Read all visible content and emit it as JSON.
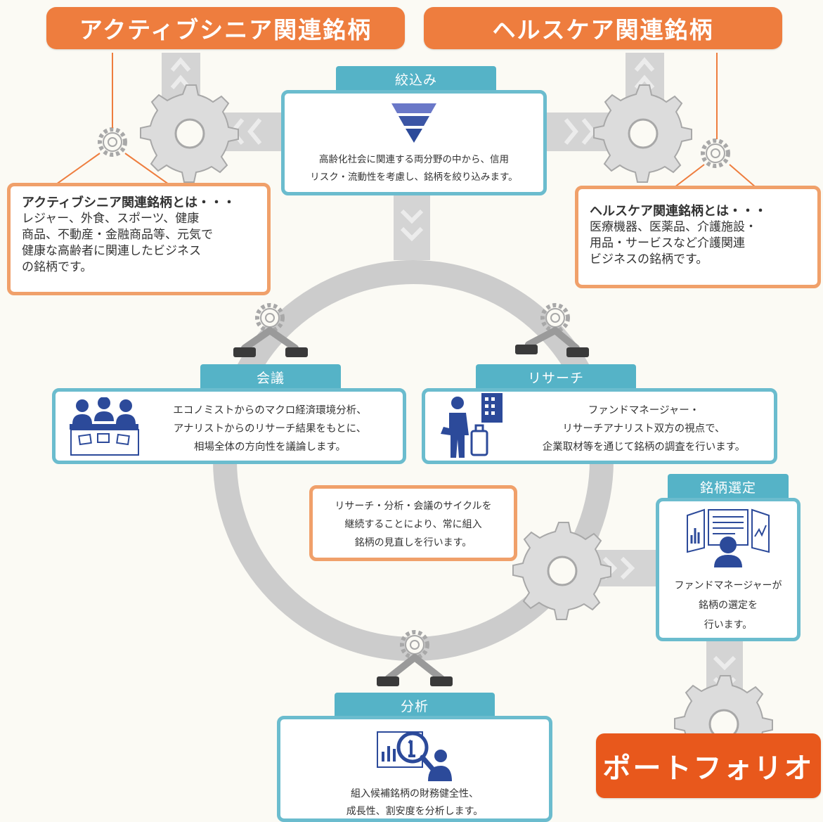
{
  "headers": {
    "active_senior": "アクティブシニア関連銘柄",
    "healthcare": "ヘルスケア関連銘柄"
  },
  "steps": {
    "shibori": {
      "title": "絞込み",
      "text": [
        "高齢化社会に関連する両分野の中から、信用",
        "リスク・流動性を考慮し、銘柄を絞り込みます。"
      ]
    },
    "kaigi": {
      "title": "会議",
      "text": [
        "エコノミストからのマクロ経済環境分析、",
        "アナリストからのリサーチ結果をもとに、",
        "相場全体の方向性を議論します。"
      ]
    },
    "research": {
      "title": "リサーチ",
      "text": [
        "ファンドマネージャー・",
        "リサーチアナリスト双方の視点で、",
        "企業取材等を通じて銘柄の調査を行います。"
      ]
    },
    "sentei": {
      "title": "銘柄選定",
      "text": [
        "ファンドマネージャーが",
        "銘柄の選定を",
        "行います。"
      ]
    },
    "bunseki": {
      "title": "分析",
      "text": [
        "組入候補銘柄の財務健全性、",
        "成長性、割安度を分析します。"
      ]
    }
  },
  "definitions": {
    "active_senior": {
      "heading": "アクティブシニア関連銘柄とは・・・",
      "body": [
        "レジャー、外食、スポーツ、健康",
        "商品、不動産・金融商品等、元気で",
        "健康な高齢者に関連したビジネス",
        "の銘柄です。"
      ]
    },
    "healthcare": {
      "heading": "ヘルスケア関連銘柄とは・・・",
      "body": [
        "医療機器、医薬品、介護施設・",
        "用品・サービスなど介護関連",
        "ビジネスの銘柄です。"
      ]
    }
  },
  "cycle_note": [
    "リサーチ・分析・会議のサイクルを",
    "継続することにより、常に組入",
    "銘柄の見直しを行います。"
  ],
  "portfolio": "ポートフォリオ",
  "colors": {
    "orange": "#ee7d3e",
    "orange_dark": "#e8581c",
    "teal": "#55b3c7",
    "teal_border": "#6bbcce",
    "navy": "#2c4a9a",
    "gray": "#cfcfcf"
  },
  "icons": {
    "funnel": "funnel-icon",
    "meeting": "meeting-people-icon",
    "research": "businessman-building-icon",
    "selection": "analyst-screens-icon",
    "analysis": "magnifier-chart-icon",
    "gear": "gear-icon"
  }
}
